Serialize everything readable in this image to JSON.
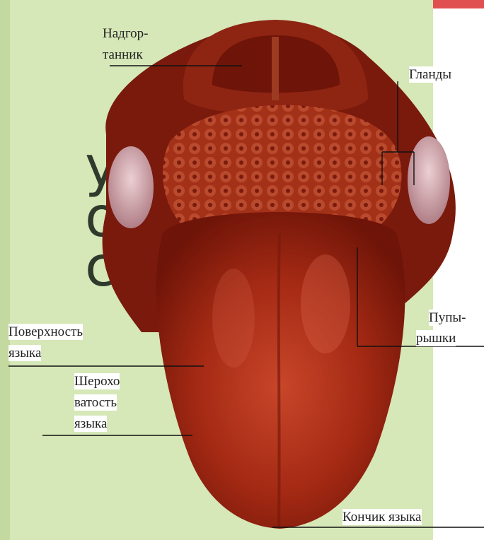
{
  "labels": {
    "epiglottis_line1": "Надгор-",
    "epiglottis_line2": "танник",
    "glands": "Гланды",
    "papillae_line1": "Пупы-",
    "papillae_line2": "рышки",
    "surface_line1": "Поверхность",
    "surface_line2": "языка",
    "roughness_line1": "Шерохо",
    "roughness_line2": "ватость",
    "roughness_line3": "языка",
    "tip": "Кончик языка"
  },
  "background_fragments": [
    "у",
    "о",
    "с"
  ],
  "colors": {
    "slide_green": "#d6e7b8",
    "slide_border": "#7e9b55",
    "tongue_dark": "#6e1408",
    "tongue_mid": "#a52a14",
    "tongue_light": "#c8462a",
    "gland_pink": "#d9b3b8",
    "leader_line": "#111111"
  }
}
